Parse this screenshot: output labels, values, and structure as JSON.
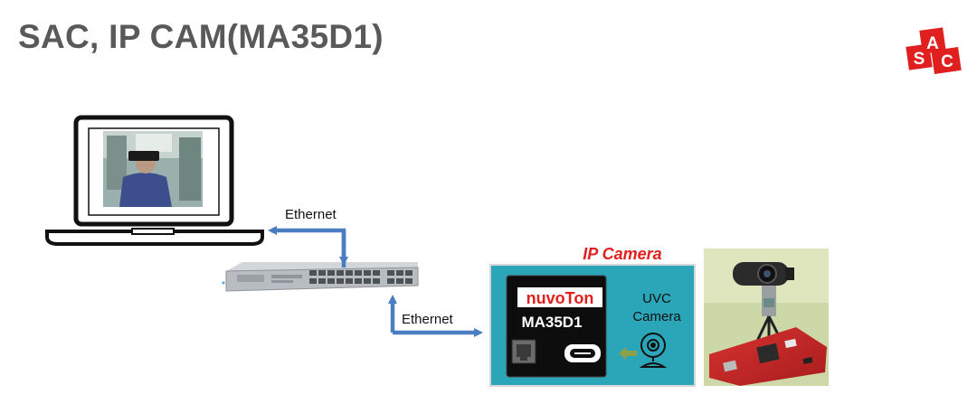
{
  "title": "SAC, IP CAM(MA35D1)",
  "logo": {
    "letters": [
      "A",
      "S",
      "C"
    ],
    "color": "#e0201f"
  },
  "links": {
    "upper_label": "Ethernet",
    "lower_label": "Ethernet",
    "color": "#4a7ec0"
  },
  "ip_camera": {
    "heading": "IP Camera",
    "heading_color": "#e0201f",
    "panel_color": "#2ba6b8",
    "brand": "nuvoTon",
    "chip": "MA35D1",
    "uvc_label_1": "UVC",
    "uvc_label_2": "Camera"
  },
  "icons": [
    "laptop-icon",
    "network-switch-icon",
    "webcam-icon",
    "ethernet-port-icon",
    "usb-c-port-icon"
  ]
}
